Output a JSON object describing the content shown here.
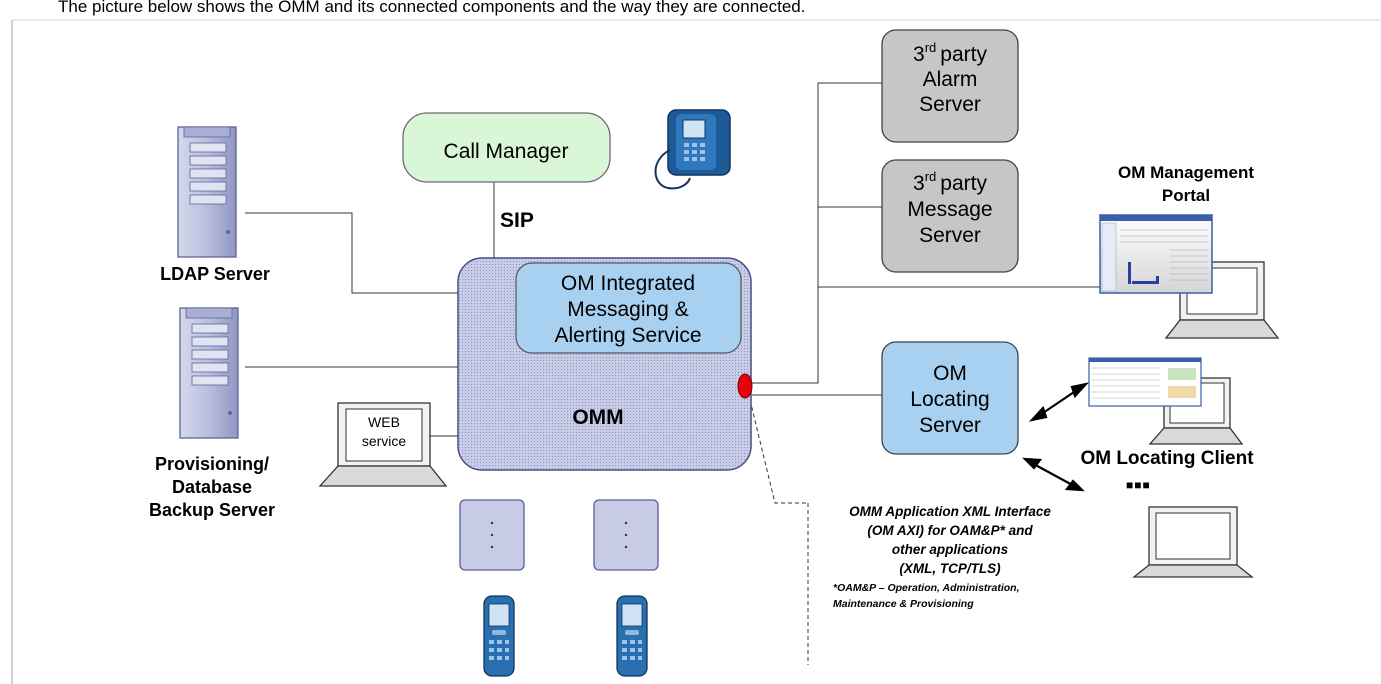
{
  "header_text": "The picture below shows the OMM and its connected components and the way they are connected.",
  "nodes": {
    "call_manager": "Call Manager",
    "sip": "SIP",
    "omm": "OMM",
    "imas": [
      "OM Integrated",
      "Messaging &",
      "Alerting Service"
    ],
    "ldap_server": "LDAP Server",
    "provisioning_server": [
      "Provisioning/",
      "Database",
      "Backup Server"
    ],
    "web_service": [
      "WEB",
      "service"
    ],
    "alarm_server": {
      "sup": "rd",
      "lines": [
        "3",
        "party",
        "Alarm",
        "Server"
      ]
    },
    "message_server": {
      "sup": "rd",
      "lines": [
        "3",
        "party",
        "Message",
        "Server"
      ]
    },
    "locating_server": [
      "OM",
      "Locating",
      "Server"
    ],
    "management_portal": [
      "OM Management",
      "Portal"
    ],
    "locating_client": "OM Locating Client",
    "ellipsis": "■■■"
  },
  "axi_note": {
    "lines": [
      "OMM Application XML Interface",
      "(OM AXI) for OAM&P* and",
      "other applications",
      "(XML, TCP/TLS)"
    ],
    "footnote": [
      "*OAM&P – Operation, Administration,",
      "Maintenance & Provisioning"
    ]
  },
  "colors": {
    "call_manager_fill": "#d9f7d6",
    "omm_fill": "#c4c8e4",
    "imas_fill": "#a8d0f0",
    "gray_box": "#c6c6c6",
    "locating_fill": "#a8d0f0",
    "connector_red": "#e8000b",
    "phone_blue": "#2a6fb0"
  },
  "icons": [
    "server-icon",
    "laptop-icon",
    "desk-phone-icon",
    "base-station-icon",
    "handset-icon",
    "double-arrow-icon"
  ]
}
